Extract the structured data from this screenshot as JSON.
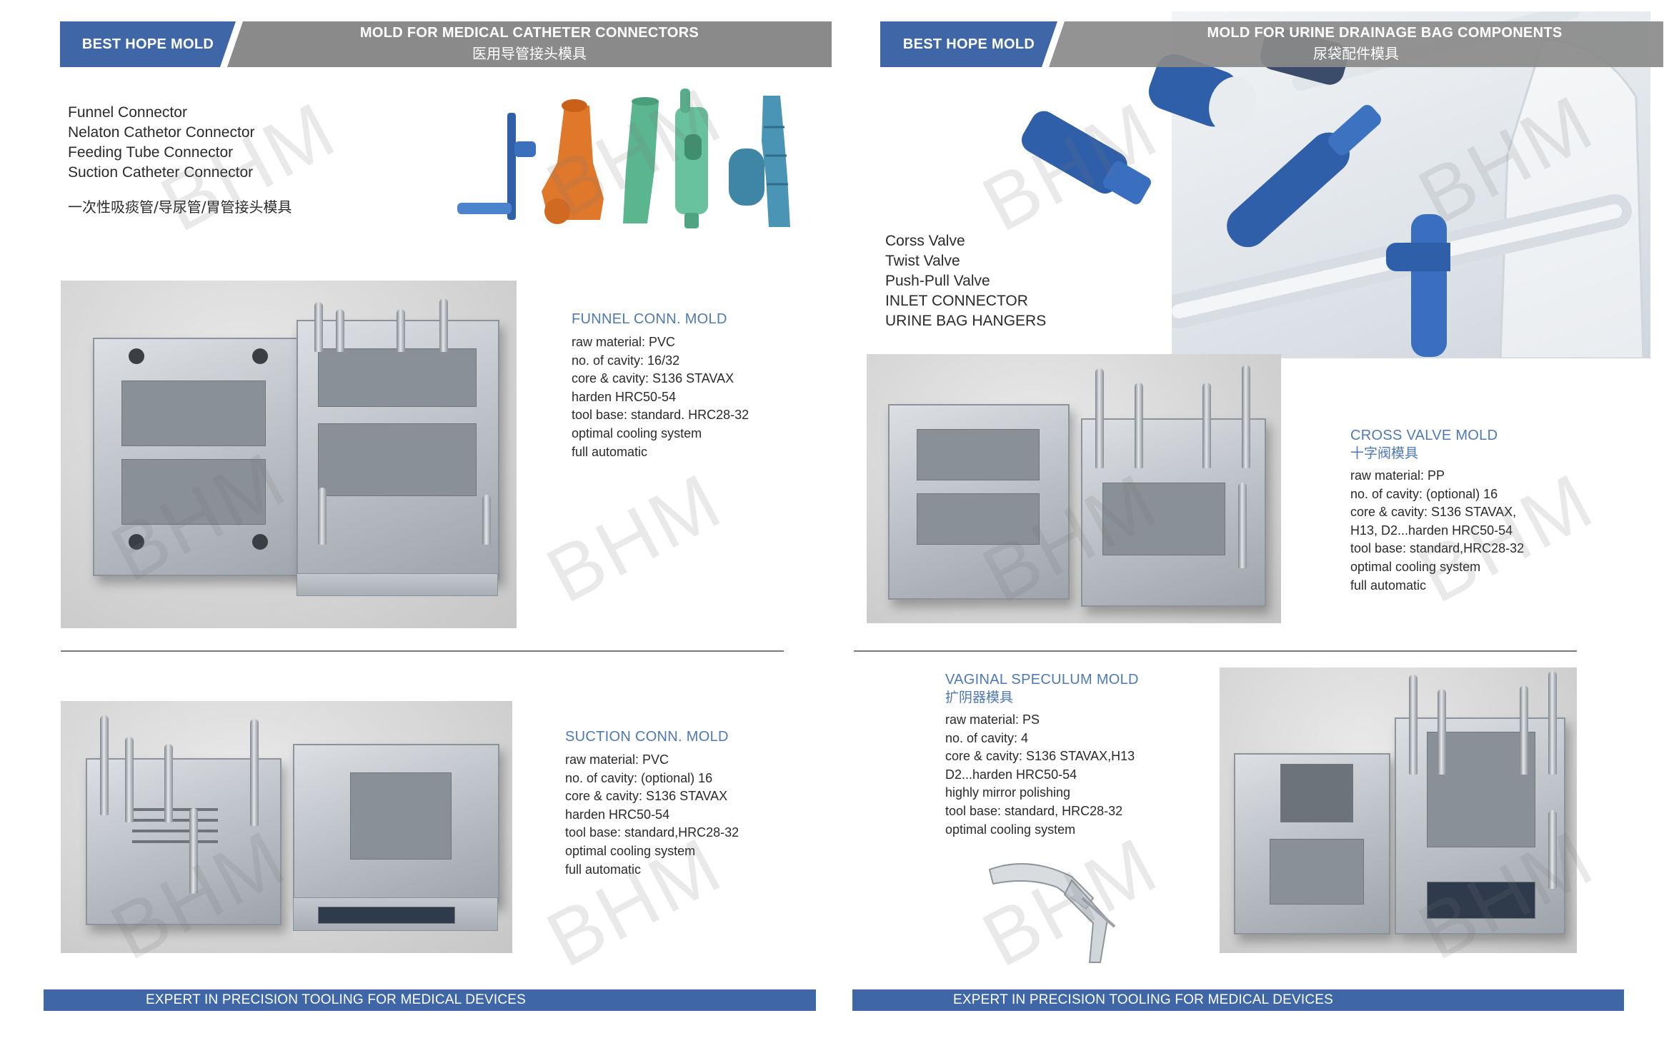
{
  "left": {
    "header": {
      "brand": "BEST HOPE MOLD",
      "title_en": "MOLD FOR MEDICAL CATHETER CONNECTORS",
      "title_zh": "医用导管接头模具"
    },
    "products": [
      "Funnel Connector",
      "Nelaton Cathetor Connector",
      "Feeding Tube Connector",
      "Suction Catheter Connector"
    ],
    "products_zh": "一次性吸痰管/导尿管/胃管接头模具",
    "funnel": {
      "title": "FUNNEL CONN. MOLD",
      "specs": [
        "raw material: PVC",
        "no. of cavity: 16/32",
        "core & cavity: S136 STAVAX",
        "harden HRC50-54",
        "tool base: standard. HRC28-32",
        "optimal cooling system",
        "full automatic"
      ]
    },
    "suction": {
      "title": "SUCTION CONN. MOLD",
      "specs": [
        "raw material: PVC",
        "no. of cavity: (optional) 16",
        "core & cavity: S136 STAVAX",
        "harden HRC50-54",
        "tool base: standard,HRC28-32",
        "optimal cooling system",
        "full automatic"
      ]
    },
    "footer": "EXPERT IN PRECISION TOOLING FOR MEDICAL DEVICES"
  },
  "right": {
    "header": {
      "brand": "BEST HOPE MOLD",
      "title_en": "MOLD FOR URINE DRAINAGE BAG COMPONENTS",
      "title_zh": "尿袋配件模具"
    },
    "products": [
      "Corss Valve",
      "Twist Valve",
      "Push-Pull Valve",
      "INLET CONNECTOR",
      "URINE BAG HANGERS"
    ],
    "cross_valve": {
      "title": "CROSS VALVE MOLD",
      "title_zh": "十字阀模具",
      "specs": [
        "raw material: PP",
        "no. of cavity: (optional) 16",
        "core & cavity: S136 STAVAX,",
        "H13, D2...harden HRC50-54",
        "tool base: standard,HRC28-32",
        "optimal cooling system",
        "full automatic"
      ]
    },
    "speculum": {
      "title": "VAGINAL SPECULUM MOLD",
      "title_zh": "扩阴器模具",
      "specs": [
        "raw material: PS",
        "no. of cavity: 4",
        "core & cavity: S136 STAVAX,H13",
        " D2...harden HRC50-54",
        "highly mirror polishing",
        "tool base: standard, HRC28-32",
        "optimal cooling system"
      ]
    },
    "footer": "EXPERT IN PRECISION TOOLING FOR MEDICAL DEVICES"
  },
  "watermark": "BHM",
  "colors": {
    "brand_blue": "#3f67a7",
    "header_gray": "#8a8a8a",
    "title_blue": "#4f79b2",
    "connector_blue": "#2f5fa8",
    "connector_orange": "#e0782c",
    "connector_green": "#5bb58f",
    "connector_teal": "#3f86a6"
  }
}
